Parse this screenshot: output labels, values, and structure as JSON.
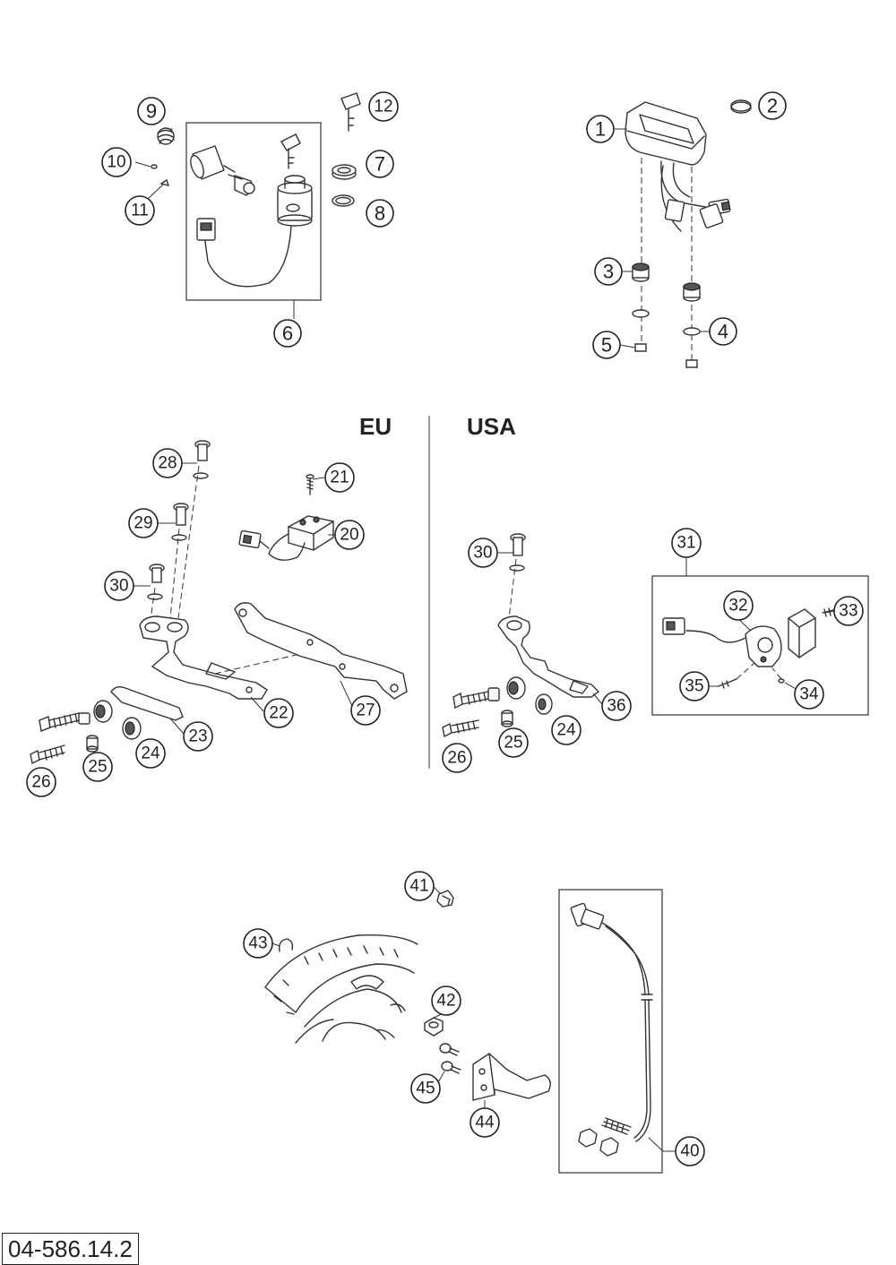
{
  "regions": {
    "eu_title": "EU",
    "usa_title": "USA"
  },
  "drawing_code": "04-586.14.2",
  "callouts": {
    "top_left": [
      "9",
      "10",
      "11",
      "12",
      "7",
      "8",
      "6"
    ],
    "top_right": [
      "1",
      "2",
      "3",
      "5",
      "4"
    ],
    "eu": [
      "28",
      "21",
      "29",
      "20",
      "30",
      "22",
      "27",
      "23",
      "24",
      "25",
      "26"
    ],
    "usa": [
      "30",
      "31",
      "32",
      "33",
      "36",
      "24",
      "35",
      "34",
      "25",
      "26"
    ],
    "bottom": [
      "41",
      "43",
      "42",
      "45",
      "44",
      "40"
    ]
  }
}
